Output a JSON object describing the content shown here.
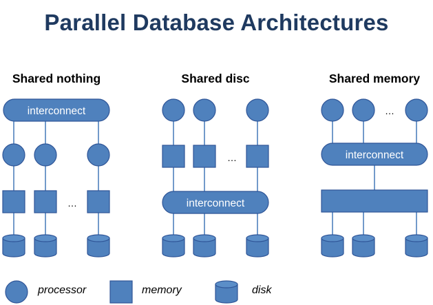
{
  "title": "Parallel Database Architectures",
  "colors": {
    "fill": "#4f81bd",
    "stroke": "#2f5597",
    "line": "#4f81bd",
    "title": "#1f3a60"
  },
  "architectures": [
    {
      "id": "shared-nothing",
      "label": "Shared nothing",
      "interconnect_label": "interconnect",
      "ellipsis": "…"
    },
    {
      "id": "shared-disc",
      "label": "Shared disc",
      "interconnect_label": "interconnect",
      "ellipsis": "…"
    },
    {
      "id": "shared-memory",
      "label": "Shared memory",
      "interconnect_label": "interconnect",
      "ellipsis": "…"
    }
  ],
  "legend": [
    {
      "icon": "processor-circle-icon",
      "label": "processor"
    },
    {
      "icon": "memory-square-icon",
      "label": "memory"
    },
    {
      "icon": "disk-cylinder-icon",
      "label": "disk"
    }
  ]
}
